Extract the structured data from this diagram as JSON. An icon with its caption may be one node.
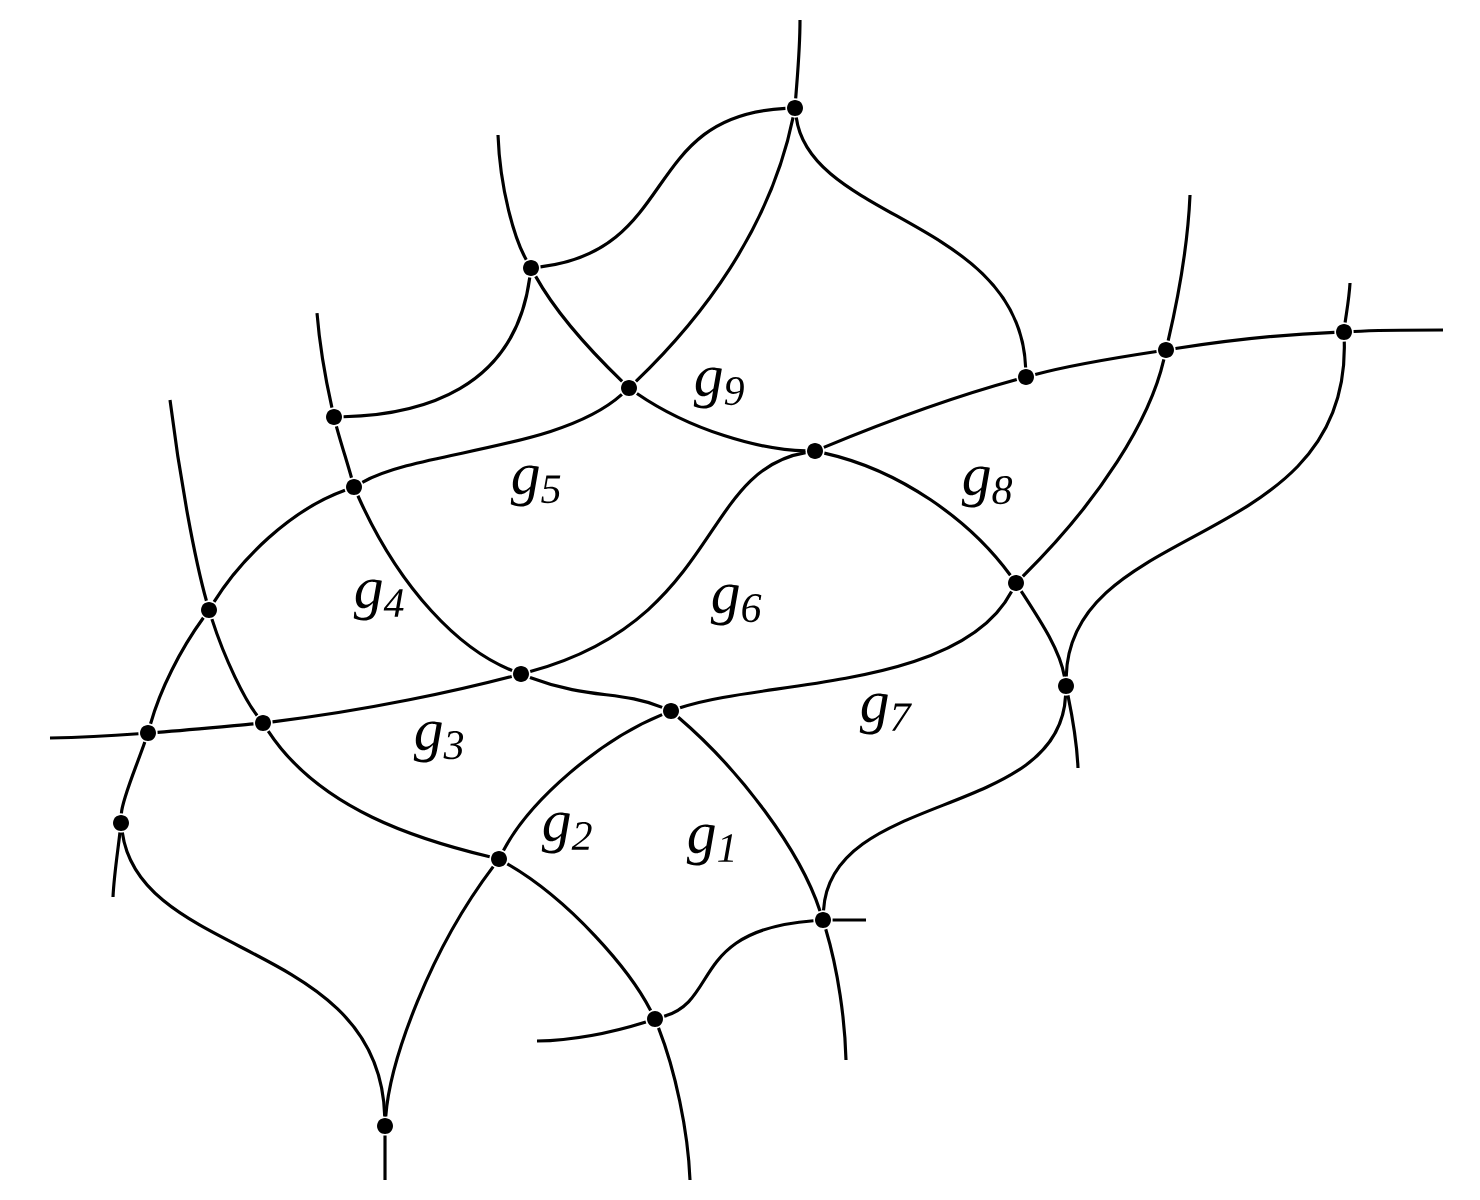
{
  "diagram": {
    "nodes": [
      {
        "text": [],
        "shape": "circle"
      },
      {
        "text": [],
        "shape": "circle"
      },
      {
        "text": [],
        "shape": "circle"
      },
      {
        "text": [],
        "shape": "circle"
      },
      {
        "text": [],
        "shape": "circle"
      },
      {
        "text": [],
        "shape": "circle"
      },
      {
        "text": [],
        "shape": "circle"
      },
      {
        "text": [],
        "shape": "circle"
      },
      {
        "text": [],
        "shape": "circle"
      },
      {
        "text": [],
        "shape": "circle"
      },
      {
        "text": [],
        "shape": "circle"
      },
      {
        "text": [],
        "shape": "circle"
      },
      {
        "text": [],
        "shape": "circle"
      },
      {
        "text": [],
        "shape": "circle"
      },
      {
        "text": [],
        "shape": "circle"
      },
      {
        "text": [],
        "shape": "circle"
      },
      {
        "text": [],
        "shape": "circle"
      },
      {
        "text": [],
        "shape": "circle"
      },
      {
        "text": [],
        "shape": "circle"
      },
      {
        "text": [],
        "shape": "circle"
      },
      {
        "text": [],
        "shape": "circle"
      }
    ],
    "edges": [
      {
        "from": null,
        "to": 0,
        "arrow": "none"
      },
      {
        "from": 0,
        "to": 5,
        "arrow": "none"
      },
      {
        "from": 5,
        "to": 8,
        "arrow": "none"
      },
      {
        "from": 8,
        "to": 10,
        "arrow": "none"
      },
      {
        "from": 10,
        "to": 15,
        "arrow": "none"
      },
      {
        "from": 15,
        "to": 16,
        "arrow": "none"
      },
      {
        "from": null,
        "to": 16,
        "arrow": "none"
      },
      {
        "from": null,
        "to": 1,
        "arrow": "none"
      },
      {
        "from": 1,
        "to": 5,
        "arrow": "none"
      },
      {
        "from": 5,
        "to": 7,
        "arrow": "none"
      },
      {
        "from": 7,
        "to": 9,
        "arrow": "none"
      },
      {
        "from": 9,
        "to": 12,
        "arrow": "none"
      },
      {
        "from": null,
        "to": 12,
        "arrow": "none"
      },
      {
        "from": 1,
        "to": 0,
        "arrow": "none"
      },
      {
        "from": 0,
        "to": 4,
        "arrow": "none"
      },
      {
        "from": 1,
        "to": 6,
        "arrow": "none"
      },
      {
        "from": null,
        "to": 6,
        "arrow": "none"
      },
      {
        "from": 6,
        "to": 8,
        "arrow": "none"
      },
      {
        "from": 8,
        "to": 11,
        "arrow": "none"
      },
      {
        "from": 11,
        "to": 13,
        "arrow": "none"
      },
      {
        "from": 13,
        "to": 18,
        "arrow": "none"
      },
      {
        "from": null,
        "to": 18,
        "arrow": "none"
      },
      {
        "from": null,
        "to": 15,
        "arrow": "none"
      },
      {
        "from": 15,
        "to": 14,
        "arrow": "none"
      },
      {
        "from": 14,
        "to": 11,
        "arrow": "none"
      },
      {
        "from": 11,
        "to": 7,
        "arrow": "none"
      },
      {
        "from": 7,
        "to": 4,
        "arrow": "none"
      },
      {
        "from": 4,
        "to": 3,
        "arrow": "none"
      },
      {
        "from": 3,
        "to": 2,
        "arrow": "none"
      },
      {
        "from": null,
        "to": 2,
        "arrow": "none"
      },
      {
        "from": null,
        "to": 10,
        "arrow": "none"
      },
      {
        "from": 10,
        "to": 14,
        "arrow": "none"
      },
      {
        "from": 14,
        "to": 17,
        "arrow": "none"
      },
      {
        "from": 17,
        "to": 19,
        "arrow": "none"
      },
      {
        "from": null,
        "to": 19,
        "arrow": "none"
      },
      {
        "from": 13,
        "to": 9,
        "arrow": "none"
      },
      {
        "from": 9,
        "to": 3,
        "arrow": "none"
      },
      {
        "from": null,
        "to": 3,
        "arrow": "none"
      },
      {
        "from": 13,
        "to": 17,
        "arrow": "none"
      },
      {
        "from": 17,
        "to": 20,
        "arrow": "none"
      },
      {
        "from": null,
        "to": 20,
        "arrow": "none"
      },
      {
        "from": 16,
        "to": 20,
        "arrow": "none"
      },
      {
        "from": null,
        "to": 2,
        "arrow": "none"
      },
      {
        "from": 2,
        "to": 12,
        "arrow": "none"
      },
      {
        "from": 12,
        "to": 18,
        "arrow": "none"
      },
      {
        "from": null,
        "to": 18,
        "arrow": "none"
      },
      {
        "from": null,
        "to": 19,
        "arrow": "none"
      },
      {
        "from": 19,
        "to": 18,
        "arrow": "none"
      }
    ],
    "labels": [
      "g$_{9}$",
      "g$_{8}$",
      "g$_{5}$",
      "g$_{4}$",
      "g$_{6}$",
      "g$_{7}$",
      "g$_{3}$",
      "g$_{2}$",
      "g$_{1}$"
    ]
  }
}
